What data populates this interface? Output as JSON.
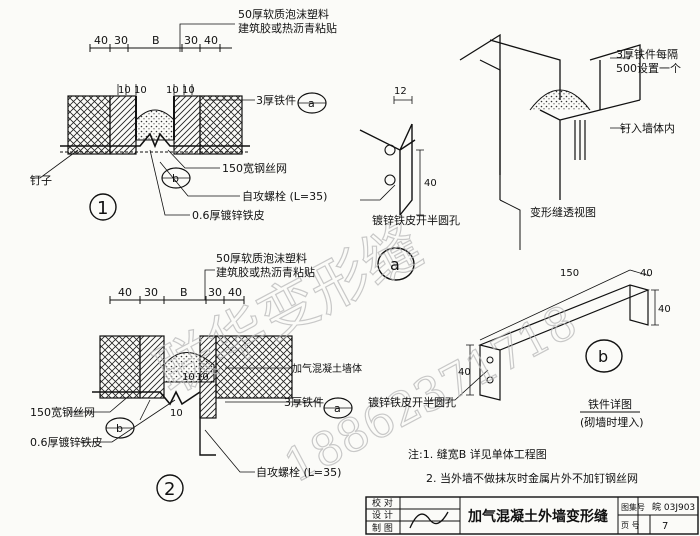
{
  "dims": {
    "d40": "40",
    "d30": "30",
    "b": "B",
    "d10": "10",
    "d12": "12"
  },
  "labels": {
    "foam_line1": "50厚软质泡沫塑料",
    "foam_line2": "建筑胶或热沥青粘贴",
    "iron3": "3厚铁件",
    "mesh150": "150宽钢丝网",
    "nail": "钉子",
    "screw": "自攻螺栓 (L=35)",
    "galv06": "0.6厚镀锌铁皮",
    "galv_hole": "镀锌铁皮开半圆孔",
    "iron_each1": "3厚铁件每隔",
    "iron_each2": "500设置一个",
    "nail_wall": "钉入墙体内",
    "persp_title": "变形缝透视图",
    "aerated_wall": "加气混凝土墙体",
    "detail_title1": "铁件详图",
    "detail_title2": "(砌墙时埋入)",
    "circle_a": "a",
    "circle_b": "b",
    "circle_1": "1",
    "circle_2": "2",
    "d150": "150"
  },
  "notes": {
    "n1": "注:1. 缝宽B 详见单体工程图",
    "n2": "2. 当外墙不做抹灰时金属片外不加钉钢丝网"
  },
  "title_block": {
    "review": "校 对",
    "design": "设 计",
    "draw": "制 图",
    "title": "加气混凝土外墙变形缝",
    "atlas_label": "图集号",
    "atlas_no": "皖 03J903",
    "page_label": "页 号",
    "page_no": "7"
  },
  "watermark": {
    "text1": "联华变形缝",
    "text2": "18862371718"
  }
}
